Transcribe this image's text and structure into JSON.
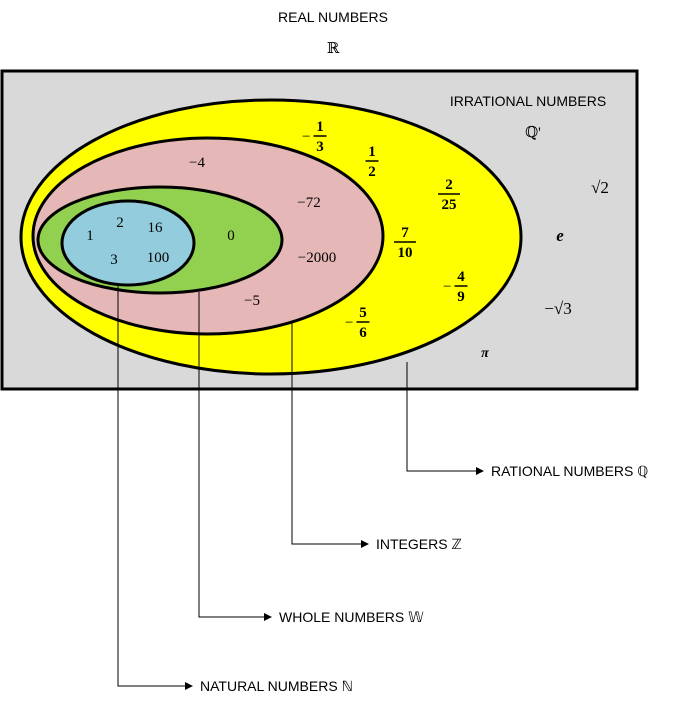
{
  "title": {
    "text": "REAL NUMBERS",
    "symbol": "ℝ"
  },
  "irrational": {
    "label": "IRRATIONAL NUMBERS",
    "symbol": "ℚ'",
    "items": {
      "sqrt2": "√2",
      "e": "e",
      "neg_sqrt3": "−√3",
      "pi": "π"
    }
  },
  "rational": {
    "fractions": [
      {
        "sign": "−",
        "num": "1",
        "den": "3"
      },
      {
        "sign": "",
        "num": "1",
        "den": "2"
      },
      {
        "sign": "",
        "num": "2",
        "den": "25"
      },
      {
        "sign": "",
        "num": "7",
        "den": "10"
      },
      {
        "sign": "−",
        "num": "4",
        "den": "9"
      },
      {
        "sign": "−",
        "num": "5",
        "den": "6"
      }
    ]
  },
  "integers": {
    "items": [
      "−4",
      "−72",
      "−2000",
      "−5"
    ]
  },
  "whole": {
    "items": [
      "0"
    ]
  },
  "natural": {
    "items": [
      "1",
      "2",
      "16",
      "3",
      "100"
    ]
  },
  "callouts": {
    "rational": "RATIONAL NUMBERS ℚ",
    "integers": "INTEGERS ℤ",
    "whole": "WHOLE NUMBERS 𝕎",
    "natural": "NATURAL NUMBERS ℕ"
  },
  "colors": {
    "real_box": "#d9d9d9",
    "rational": "#ffff00",
    "integers": "#e5b8b7",
    "whole": "#92d050",
    "natural": "#93cddd",
    "outline": "#000000"
  }
}
